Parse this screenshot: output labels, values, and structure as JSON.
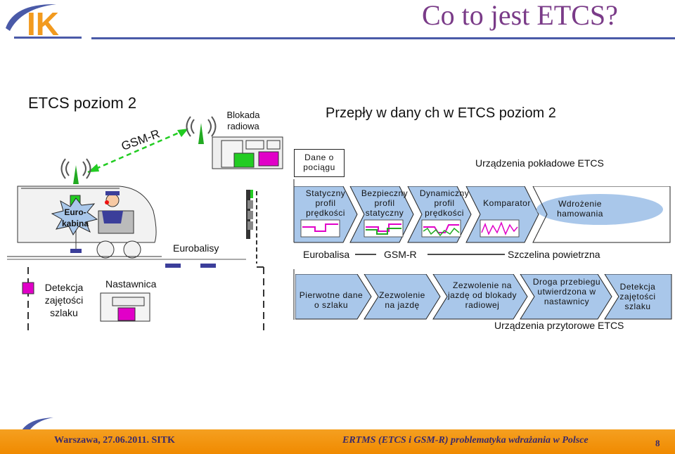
{
  "header": {
    "title": "Co to jest ETCS?",
    "logo_text": "IK"
  },
  "diagram": {
    "level_label": "ETCS poziom 2",
    "flow_title": "Przepły w dany ch w ETCS poziom 2",
    "gsmr_link": "GSM-R",
    "rbc_label": "Blokada radiowa",
    "train_data": "Dane o pociągu",
    "onboard_label": "Urządzenia pokładowe ETCS",
    "eurocab_label": "Euro-kabina",
    "eurobalises_label": "Eurobalisy",
    "profiles": [
      "Statyczny profil prędkości",
      "Bezpieczny profil statyczny",
      "Dynamiczny profil prędkości",
      "Komparator",
      "Wdrożenie hamowania"
    ],
    "interface_labels": [
      "Eurobalisa",
      "GSM-R",
      "Szczelina powietrzna"
    ],
    "track_detection_label": "Detekcja zajętości szlaku",
    "interlocking_label": "Nastawnica",
    "trackside_boxes": [
      "Pierwotne dane o szlaku",
      "Zezwolenie na jazdę",
      "Zezwolenie na jazdę od blokady radiowej",
      "Droga przebiegu utwierdzona w nastawnicy",
      "Detekcja zajętości szlaku"
    ],
    "trackside_label": "Urządzenia przytorowe ETCS"
  },
  "footer": {
    "left": "Warszawa, 27.06.2011. SITK",
    "center": "ERTMS (ETCS i GSM-R) problematyka wdrażania w Polsce",
    "page": "8"
  },
  "colors": {
    "accent": "#7a3b88",
    "box_blue": "#a9c7ea",
    "magenta": "#e100c8",
    "green": "#22cc22",
    "orange": "#f08a00"
  }
}
